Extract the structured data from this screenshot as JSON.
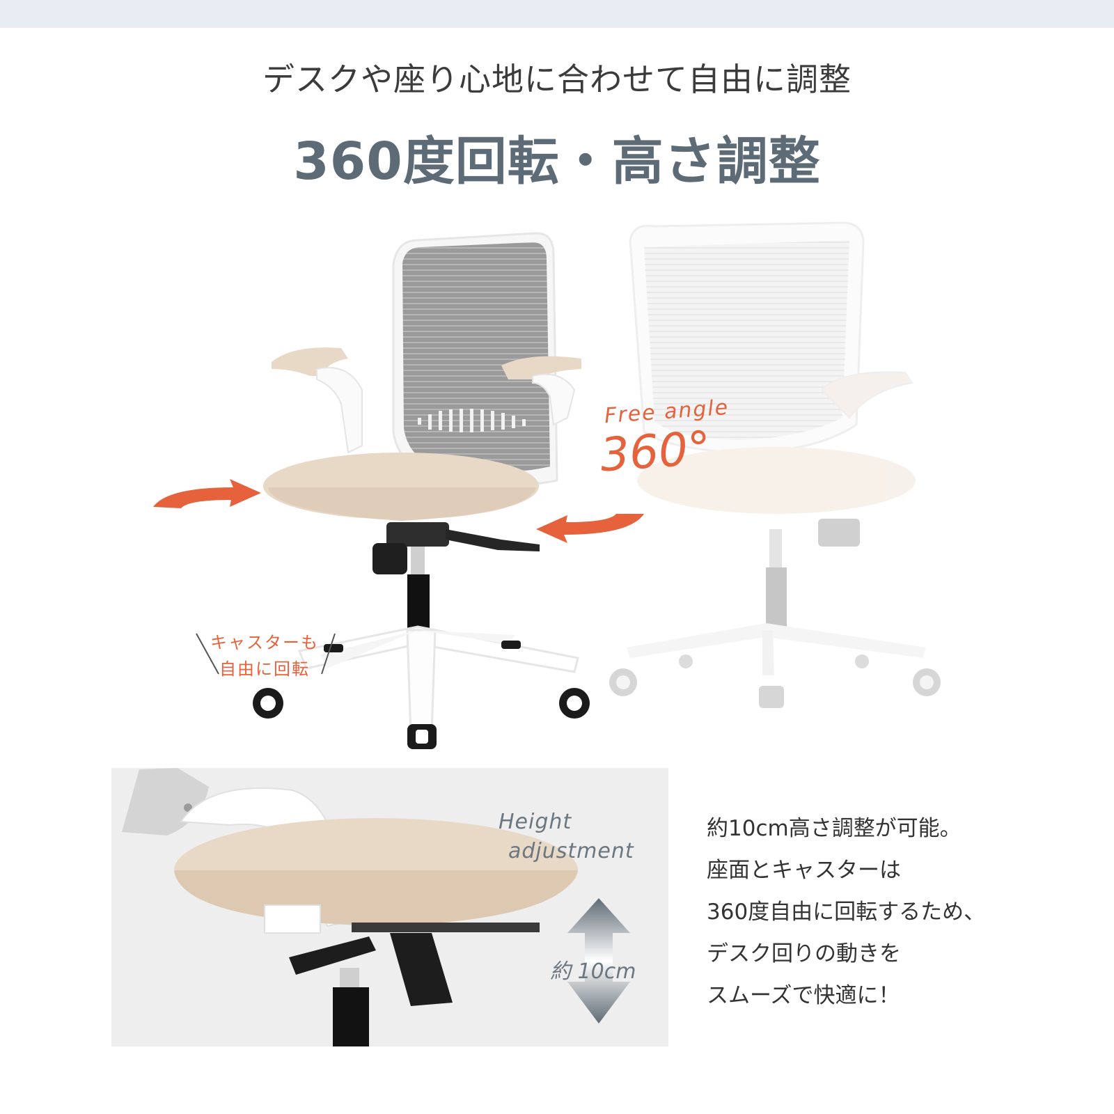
{
  "heading": {
    "subtitle": "デスクや座り心地に合わせて自由に調整",
    "title": "360度回転・高さ調整"
  },
  "rotation": {
    "label_line1": "Free angle",
    "label_line2": "360°",
    "caster_note_line1": "キャスターも",
    "caster_note_line2": "自由に回転"
  },
  "height": {
    "label_line1": "Height",
    "label_line2": "adjustment",
    "amount": "約 10cm"
  },
  "description": [
    "約10cm高さ調整が可能。",
    "座面とキャスターは",
    "360度自由に回転するため、",
    "デスク回りの動きを",
    "スムーズで快適に！"
  ],
  "colors": {
    "accent": "#e5623c",
    "title_gray": "#5c6b75",
    "top_band": "#e8ecf3",
    "seat_fabric": "#e8d8c6",
    "arrow_gray": "#5f6b74"
  }
}
